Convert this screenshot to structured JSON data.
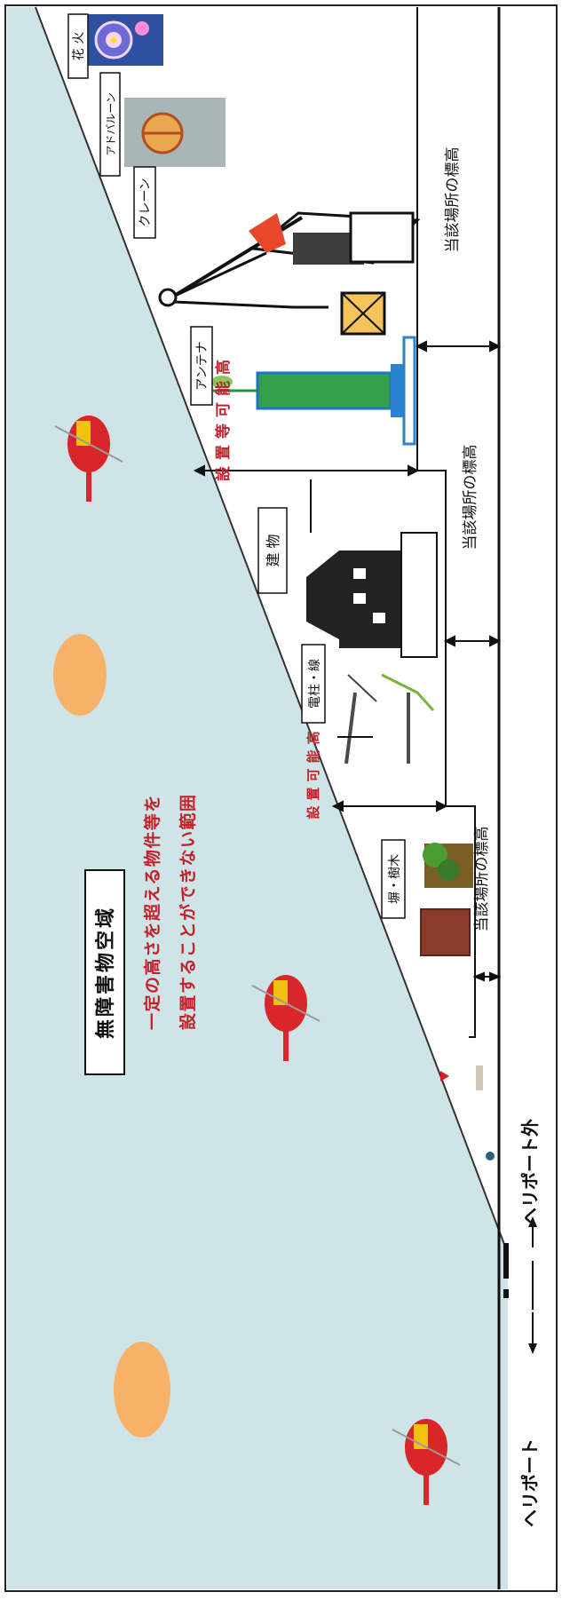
{
  "title": "無障害物空域",
  "description": [
    "一定の高さを超える物件等を",
    "設置することができない範囲"
  ],
  "labels": {
    "fireworks": "花 火",
    "adballoon": "アドバルーン",
    "crane": "クレーン",
    "antenna": "アンテナ",
    "building": "建 物",
    "pole": "電柱・線",
    "wall": "塀・樹木"
  },
  "allowable_height": "設置等可能高",
  "allowable_height_short": "設置可能高",
  "site_elevation": "当該場所の標高",
  "heliport": "ヘリポート",
  "outside_heliport": "ヘリポート外",
  "colors": {
    "sky": "#cfe4e6",
    "heli_red": "#d8262b",
    "heli_yellow": "#f3c20e",
    "cloud": "#f6b269",
    "label_red": "#c0212a"
  }
}
